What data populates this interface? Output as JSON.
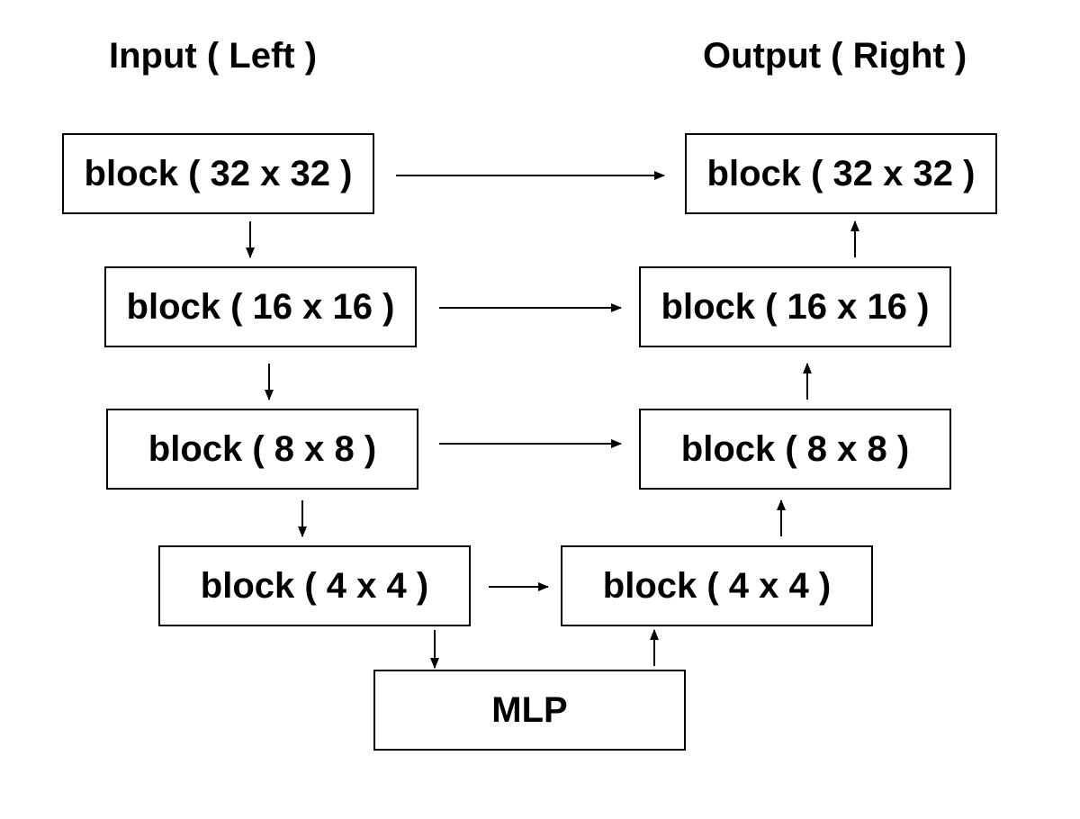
{
  "headings": {
    "input": "Input ( Left )",
    "output": "Output ( Right )"
  },
  "encoder": {
    "block_32": "block ( 32 x 32 )",
    "block_16": "block ( 16 x 16 )",
    "block_8": "block ( 8 x 8 )",
    "block_4": "block ( 4 x 4 )"
  },
  "bottleneck": {
    "label": "MLP"
  },
  "decoder": {
    "block_4": "block ( 4 x 4 )",
    "block_8": "block ( 8 x 8 )",
    "block_16": "block ( 16 x 16 )",
    "block_32": "block ( 32 x 32 )"
  },
  "colors": {
    "stroke": "#000000",
    "background": "#ffffff"
  }
}
